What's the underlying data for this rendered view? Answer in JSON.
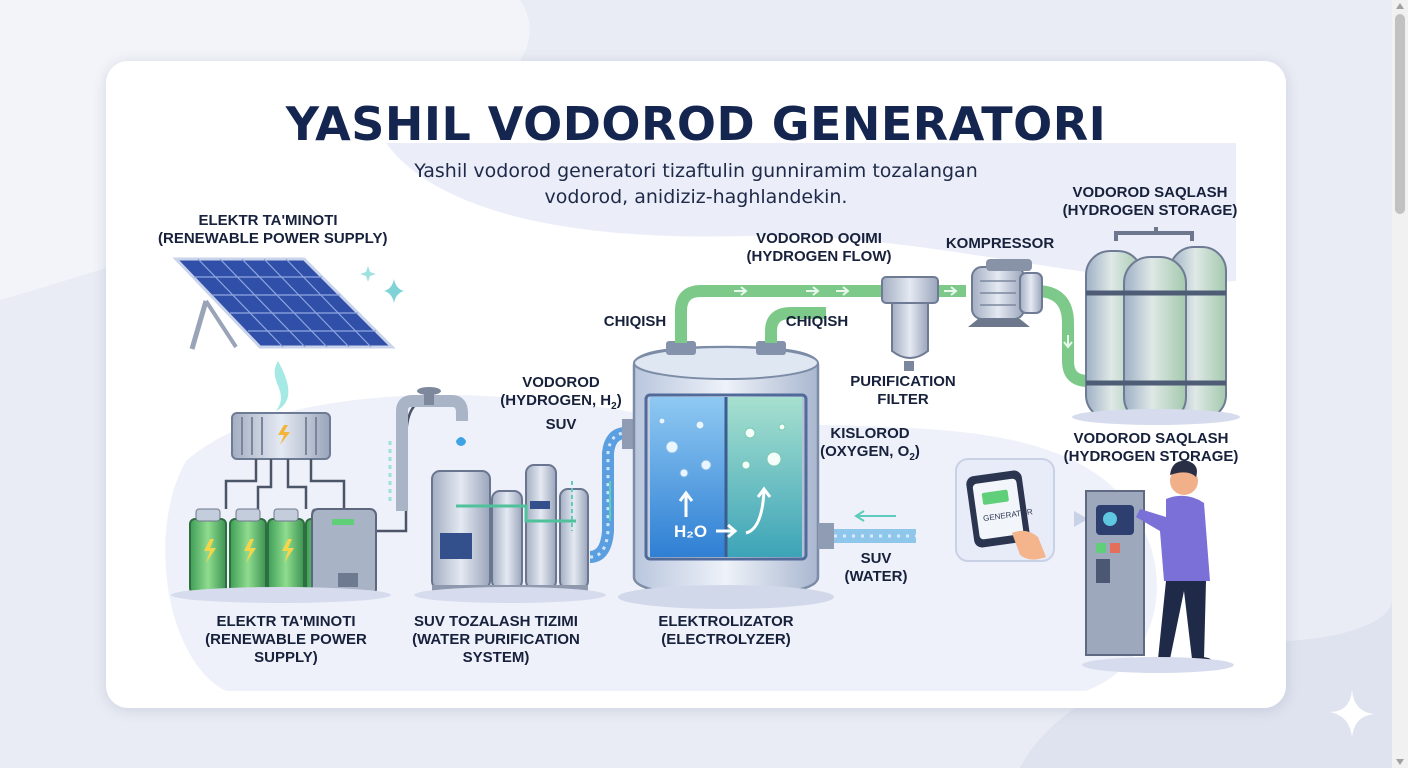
{
  "diagram": {
    "title": "YASHIL VODOROD GENERATORI",
    "subtitle_line1": "Yashil vodorod generatori tizaftulin gunniramim tozalangan",
    "subtitle_line2": "vodorod, anidiziz-haghlandekin.",
    "labels": {
      "power_top_1": "ELEKTR TA'MINOTI",
      "power_top_2": "(RENEWABLE POWER SUPPLY)",
      "power_bottom_1": "ELEKTR TA'MINOTI",
      "power_bottom_2": "(RENEWABLE POWER",
      "power_bottom_3": "SUPPLY)",
      "water_sys_1": "SUV TOZALASH TIZIMI",
      "water_sys_2": "(WATER PURIFICATION",
      "water_sys_3": "SYSTEM)",
      "hydrogen_1": "VODOROD",
      "hydrogen_2": "(HYDROGEN, H",
      "hydrogen_sub": "2",
      "hydrogen_3": ")",
      "suv_left": "SUV",
      "chiqish_left": "CHIQISH",
      "chiqish_right": "CHIQISH",
      "flow_1": "VODOROD OQIMI",
      "flow_2": "(HYDROGEN FLOW)",
      "compressor": "KOMPRESSOR",
      "filter_1": "PURIFICATION",
      "filter_2": "FILTER",
      "storage_top_1": "VODOROD SAQLASH",
      "storage_top_2": "(HYDROGEN STORAGE)",
      "storage_mid_1": "VODOROD SAQLASH",
      "storage_mid_2": "(HYDROGEN STORAGE)",
      "oxygen_1": "KISLOROD",
      "oxygen_2": "(OXYGEN, O",
      "oxygen_sub": "2",
      "oxygen_3": ")",
      "water_in_1": "SUV",
      "water_in_2": "(WATER)",
      "electrolyzer_1": "ELEKTROLIZATOR",
      "electrolyzer_2": "(ELECTROLYZER)",
      "h2o": "H₂O",
      "tablet_text": "GENERATOR"
    },
    "colors": {
      "title": "#142550",
      "hydrogen_pipe": "#7cc98a",
      "water_pipe": "#5b9fe0",
      "solar_panel": "#2f4fa8",
      "battery": "#5fbf6c"
    }
  }
}
